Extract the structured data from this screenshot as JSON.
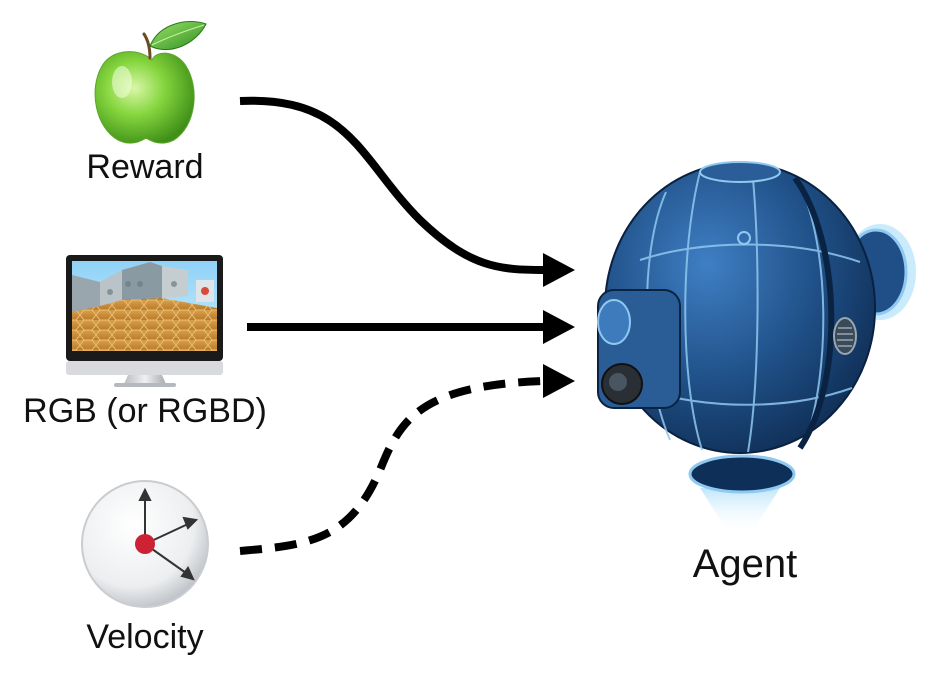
{
  "labels": {
    "reward": "Reward",
    "rgb": "RGB (or RGBD)",
    "velocity": "Velocity",
    "agent": "Agent"
  },
  "icons": {
    "reward": "apple-icon",
    "rgb": "monitor-icon",
    "velocity": "velocity-dial-icon",
    "agent": "robot-sphere-icon"
  },
  "arrows": {
    "reward": "solid",
    "rgb": "solid",
    "velocity": "dashed"
  },
  "colors": {
    "arrow": "#000000",
    "apple": "#7ccf3a",
    "agent_body": "#1f4f86",
    "agent_trim": "#8fc8f0",
    "dial_center": "#cc2233"
  }
}
